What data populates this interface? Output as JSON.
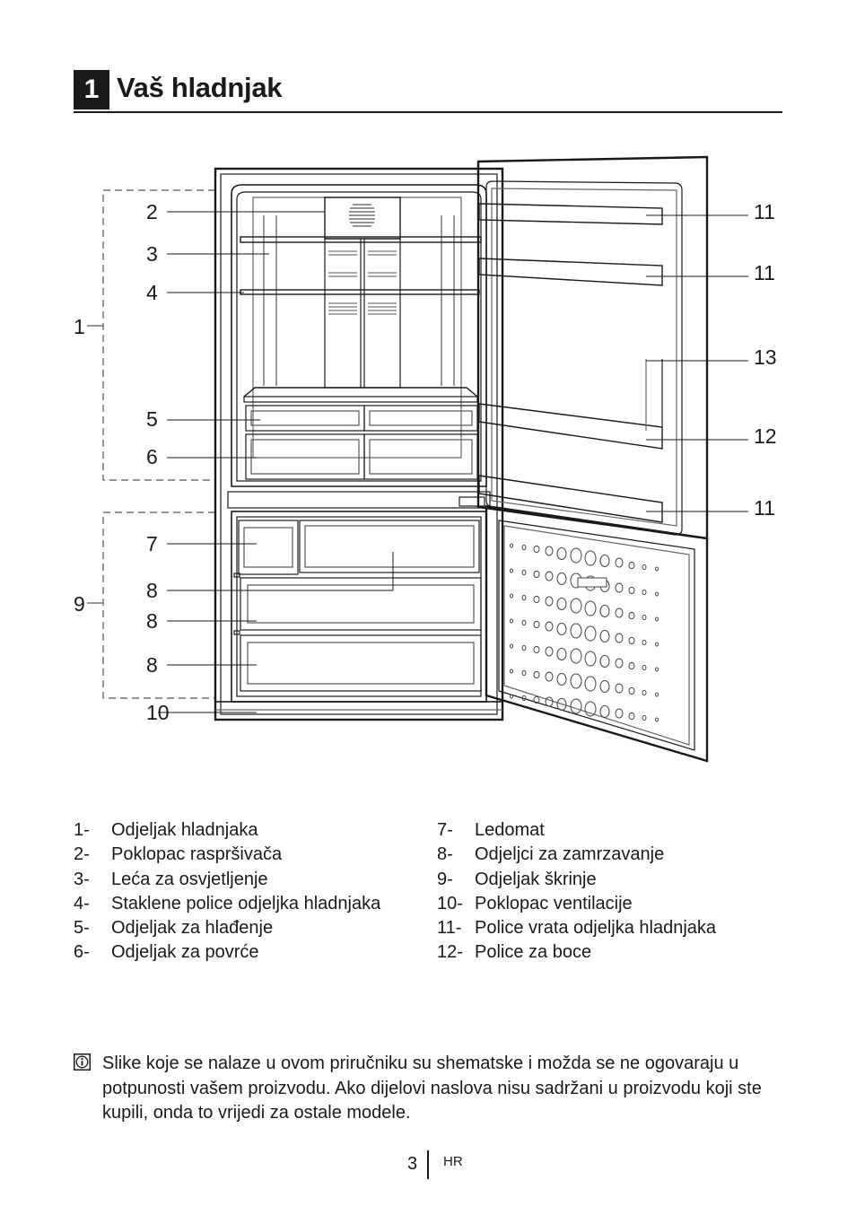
{
  "section": {
    "number": "1",
    "title": "Vaš hladnjak"
  },
  "callouts": {
    "c1": "1",
    "c2": "2",
    "c3": "3",
    "c4": "4",
    "c5": "5",
    "c6": "6",
    "c7": "7",
    "c8a": "8",
    "c8b": "8",
    "c8c": "8",
    "c9": "9",
    "c10": "10",
    "c11a": "11",
    "c11b": "11",
    "c11c": "11",
    "c12": "12",
    "c13": "13"
  },
  "legend_left": [
    {
      "num": "1-",
      "text": "Odjeljak hladnjaka"
    },
    {
      "num": "2-",
      "text": "Poklopac raspršivača"
    },
    {
      "num": "3-",
      "text": "Leća za osvjetljenje"
    },
    {
      "num": "4-",
      "text": "Staklene police odjeljka hladnjaka"
    },
    {
      "num": "5-",
      "text": "Odjeljak za hlađenje"
    },
    {
      "num": "6-",
      "text": "Odjeljak za povrće"
    }
  ],
  "legend_right": [
    {
      "num": "7-",
      "text": "Ledomat"
    },
    {
      "num": "8-",
      "text": "Odjeljci za zamrzavanje"
    },
    {
      "num": "9-",
      "text": "Odjeljak škrinje"
    },
    {
      "num": "10-",
      "text": "Poklopac ventilacije"
    },
    {
      "num": "11-",
      "text": "Police vrata odjeljka hladnjaka"
    },
    {
      "num": "12-",
      "text": "Police za boce"
    }
  ],
  "note": {
    "icon": "info-icon",
    "text": "Slike koje se nalaze u ovom priručniku su shematske i možda se ne ogovaraju u potpunosti vašem proizvodu. Ako dijelovi naslova nisu sadržani u proizvodu koji ste kupili, onda to vrijedi za ostale modele."
  },
  "footer": {
    "page": "3",
    "lang": "HR"
  }
}
